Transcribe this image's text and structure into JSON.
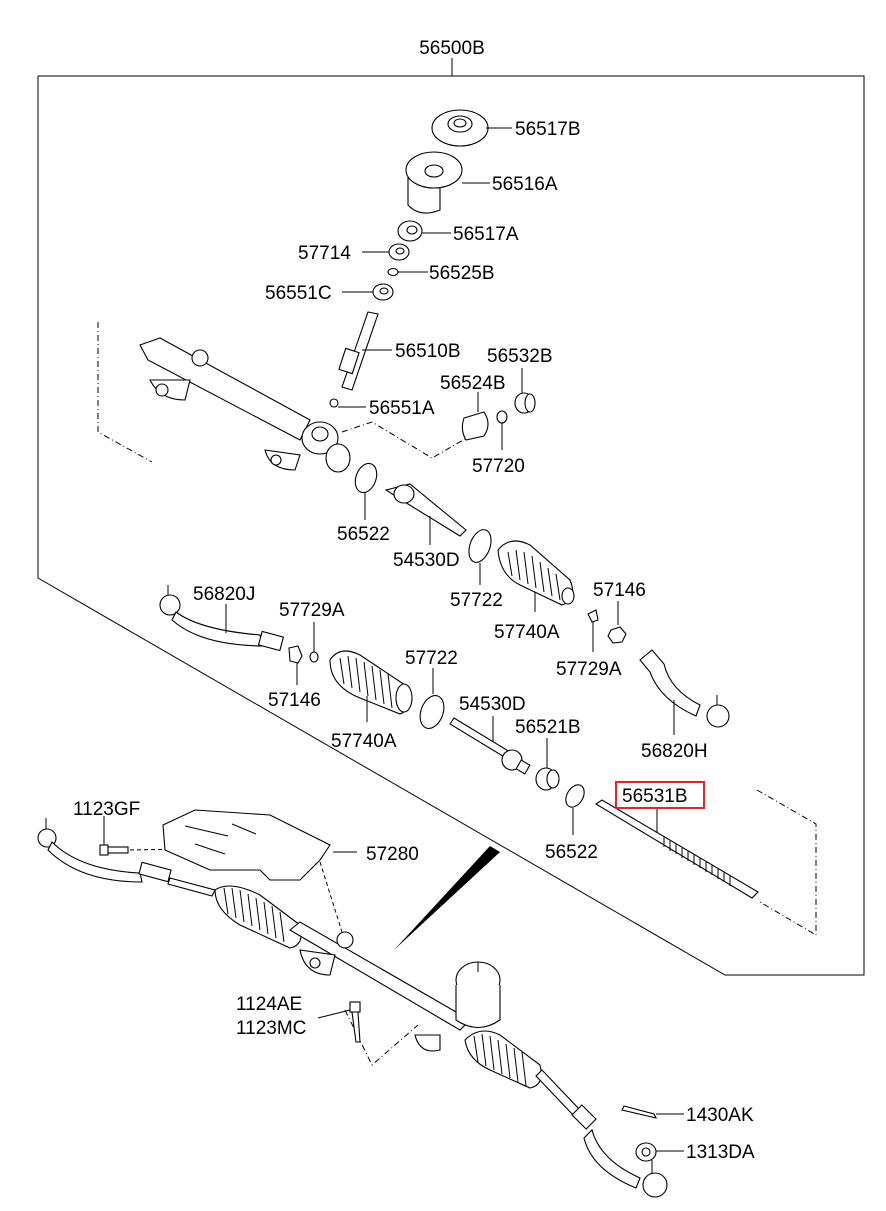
{
  "diagram": {
    "title": "56500B",
    "highlight_color": "#e0262a",
    "labels": {
      "p56517B": "56517B",
      "p56516A": "56516A",
      "p56517A": "56517A",
      "p57714": "57714",
      "p56525B": "56525B",
      "p56551C": "56551C",
      "p56510B": "56510B",
      "p56532B": "56532B",
      "p56524B": "56524B",
      "p56551A": "56551A",
      "p57720": "57720",
      "p56522a": "56522",
      "p54530Da": "54530D",
      "p57722a": "57722",
      "p57740Aa": "57740A",
      "p57146a": "57146",
      "p57729Aa": "57729A",
      "p56820J": "56820J",
      "p57729Ab": "57729A",
      "p57146b": "57146",
      "p57740Ab": "57740A",
      "p57722b": "57722",
      "p54530Db": "54530D",
      "p56521B": "56521B",
      "p56820H": "56820H",
      "p56531B": "56531B",
      "p56522b": "56522",
      "p1123GF": "1123GF",
      "p57280": "57280",
      "p1124AE": "1124AE",
      "p1123MC": "1123MC",
      "p1430AK": "1430AK",
      "p1313DA": "1313DA"
    }
  }
}
